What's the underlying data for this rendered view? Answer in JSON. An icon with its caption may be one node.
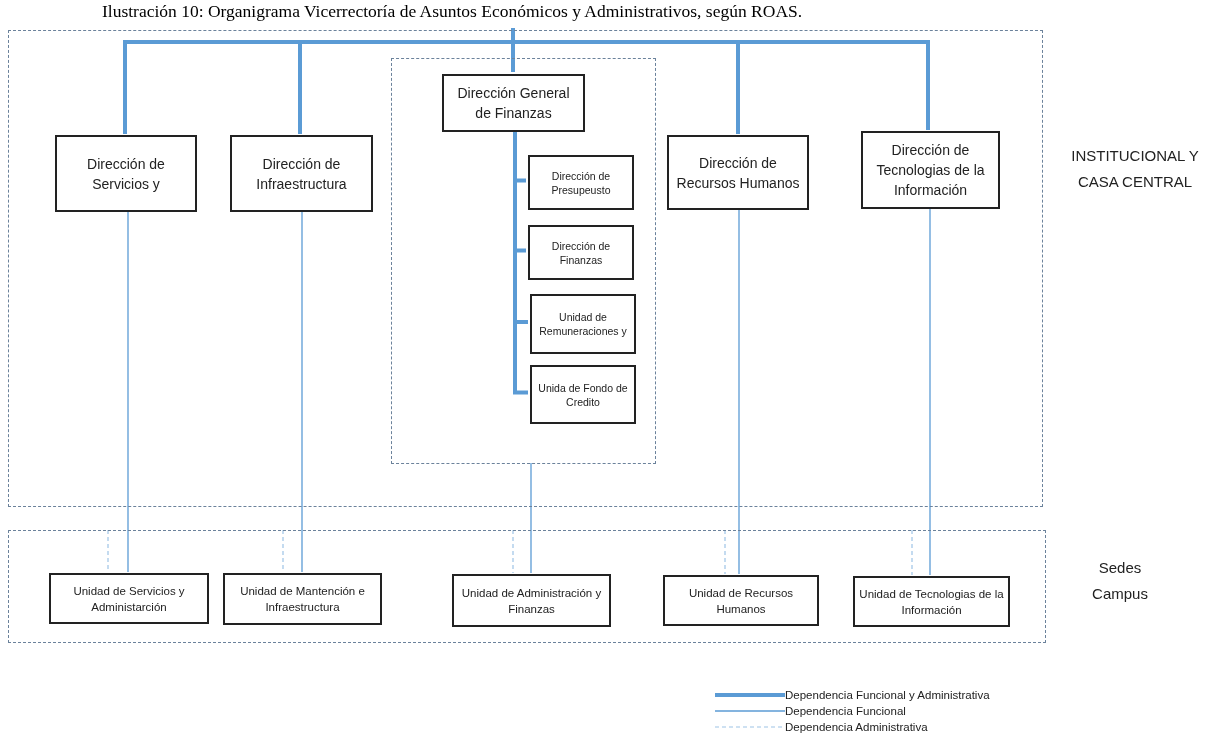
{
  "diagram": {
    "title": "Ilustración 10: Organigrama Vicerrectoría de Asuntos Económicos y Administrativos, según ROAS.",
    "nodes": [
      {
        "text": [
          "INSTITUCIONAL Y CASA CENTRAL"
        ]
      },
      {
        "text": [
          "Dirección de Servicios y"
        ],
        "in": 0
      },
      {
        "text": [
          "Dirección de Infraestructura"
        ],
        "in": 0
      },
      {
        "text": [],
        "shape": "box",
        "in": 0
      },
      {
        "text": [
          "Dirección General de Finanzas"
        ],
        "in": 3
      },
      {
        "text": [
          "Dirección de Presupeusto"
        ],
        "in": 3
      },
      {
        "text": [
          "Dirección de Finanzas"
        ],
        "in": 3
      },
      {
        "text": [
          "Unidad de Remuneraciones y"
        ],
        "in": 3
      },
      {
        "text": [
          "Unida de Fondo de Credito"
        ],
        "in": 3
      },
      {
        "text": [
          "Dirección de Recursos Humanos"
        ],
        "in": 0
      },
      {
        "text": [
          "Dirección de Tecnologias de la Información"
        ],
        "in": 0
      },
      {
        "text": [
          "Sedes Campus"
        ]
      },
      {
        "text": [
          "Unidad de Servicios y Administarción"
        ],
        "in": 11
      },
      {
        "text": [
          "Unidad de Mantención e Infraestructura"
        ],
        "in": 11
      },
      {
        "text": [
          "Unidad de Administración y Finanzas"
        ],
        "in": 11
      },
      {
        "text": [
          "Unidad de Recursos Humanos"
        ],
        "in": 11
      },
      {
        "text": [
          "Unidad de Tecnologias de la Información"
        ],
        "in": 11
      }
    ],
    "edges": [
      {
        "from": null,
        "to": 1,
        "arrow": "none",
        "style": "thick"
      },
      {
        "from": null,
        "to": 2,
        "arrow": "none",
        "style": "thick"
      },
      {
        "from": null,
        "to": 4,
        "arrow": "none",
        "style": "thick"
      },
      {
        "from": null,
        "to": 9,
        "arrow": "none",
        "style": "thick"
      },
      {
        "from": null,
        "to": 10,
        "arrow": "none",
        "style": "thick"
      },
      {
        "from": 4,
        "to": 5,
        "arrow": "none",
        "style": "thick"
      },
      {
        "from": 4,
        "to": 6,
        "arrow": "none",
        "style": "thick"
      },
      {
        "from": 4,
        "to": 7,
        "arrow": "none",
        "style": "thick"
      },
      {
        "from": 4,
        "to": 8,
        "arrow": "none",
        "style": "thick"
      },
      {
        "from": 1,
        "to": 12,
        "arrow": "none"
      },
      {
        "from": 2,
        "to": 13,
        "arrow": "none"
      },
      {
        "from": 3,
        "to": 14,
        "arrow": "none"
      },
      {
        "from": 9,
        "to": 15,
        "arrow": "none"
      },
      {
        "from": 10,
        "to": 16,
        "arrow": "none"
      },
      {
        "from": 11,
        "to": 12,
        "arrow": "none",
        "style": "dashed",
        "color": "#9dc3e6"
      },
      {
        "from": 11,
        "to": 13,
        "arrow": "none",
        "style": "dashed",
        "color": "#9dc3e6"
      },
      {
        "from": 11,
        "to": 14,
        "arrow": "none",
        "style": "dashed",
        "color": "#9dc3e6"
      },
      {
        "from": 11,
        "to": 15,
        "arrow": "none",
        "style": "dashed",
        "color": "#9dc3e6"
      },
      {
        "from": 11,
        "to": 16,
        "arrow": "none",
        "style": "dashed",
        "color": "#9dc3e6"
      }
    ],
    "legend": [
      {
        "text": "Dependencia Funcional y Administrativa"
      },
      {
        "text": "Dependencia Funcional"
      },
      {
        "text": "Dependencia Administrativa"
      }
    ]
  }
}
